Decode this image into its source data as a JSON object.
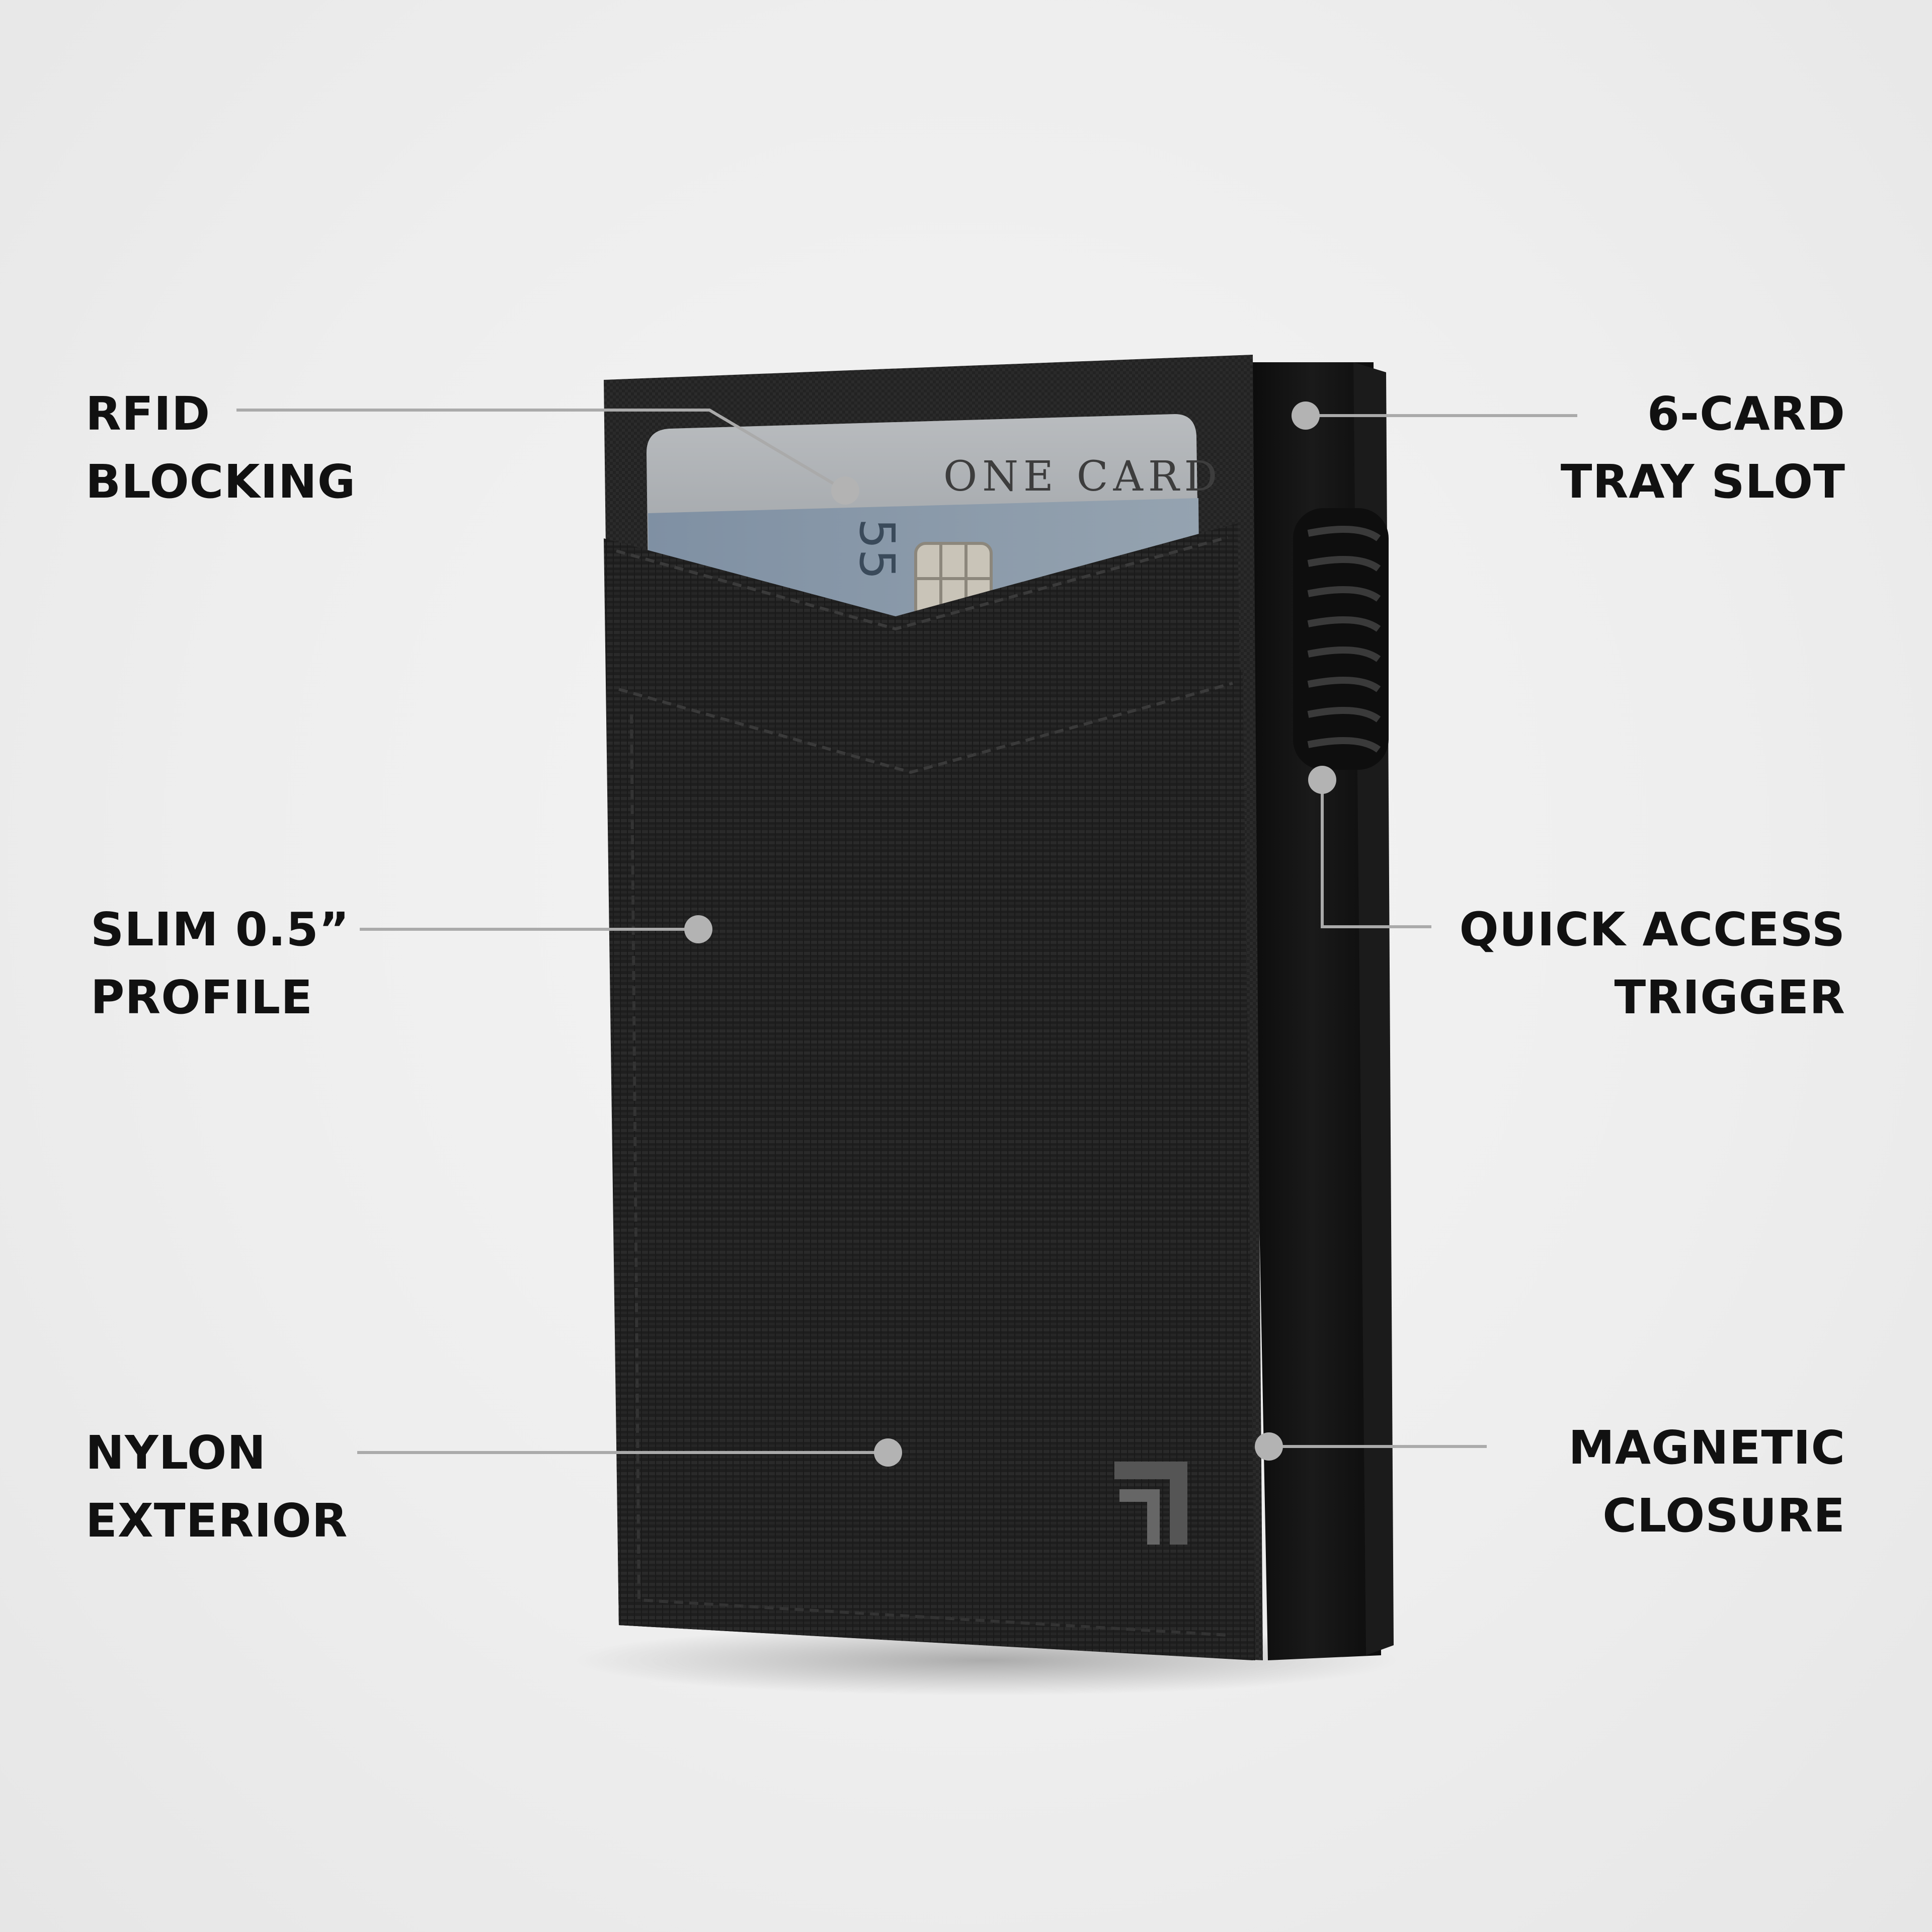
{
  "callouts": {
    "rfid": {
      "line1": "RFID",
      "line2": "BLOCKING"
    },
    "tray": {
      "line1": "6-CARD",
      "line2": "TRAY SLOT"
    },
    "slim": {
      "line1": "SLIM 0.5”",
      "line2": "PROFILE"
    },
    "trigger": {
      "line1": "QUICK ACCESS",
      "line2": "TRIGGER"
    },
    "nylon": {
      "line1": "NYLON",
      "line2": "EXTERIOR"
    },
    "magnetic": {
      "line1": "MAGNETIC",
      "line2": "CLOSURE"
    }
  },
  "card": {
    "brand": "ONE CARD",
    "digits": "55"
  },
  "colors": {
    "background": "#efefef",
    "text": "#111111",
    "leader": "#aaaaaa",
    "dot": "#b3b3b3",
    "wallet": "#1c1c1c",
    "card": "#8e9aa6"
  }
}
